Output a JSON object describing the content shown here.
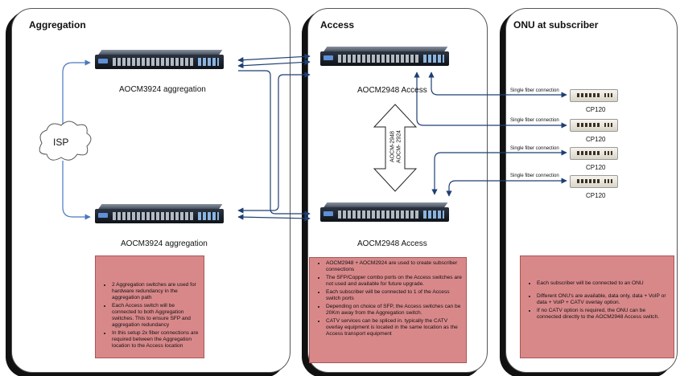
{
  "panels": {
    "aggregation": {
      "title": "Aggregation"
    },
    "access": {
      "title": "Access"
    },
    "onu": {
      "title": "ONU at subscriber"
    }
  },
  "aggregation": {
    "switch_top_label": "AOCM3924 aggregation",
    "switch_bottom_label": "AOCM3924 aggregation",
    "isp_label": "ISP",
    "notes": [
      "2 Aggregation switches are used for hardware redundancy in the aggregation path",
      "Each Access switch will be connected to both Aggregation switches. This to ensure SFP and aggregation redundancy",
      "In this setup 2x fiber connections are required between the Aggregation location to the Access location"
    ]
  },
  "access": {
    "switch_top_label": "AOCM2948 Access",
    "switch_bottom_label": "AOCM2948 Access",
    "stack_label_line1": "AOCM-2948",
    "stack_label_line2": "AOCM- 2924",
    "notes": [
      "AOCM2948 +       AOCM2924 are used to create subscriber connections",
      "The SFP/Copper combo ports on the Access switches are not used and available for future upgrade.",
      "Each subscriber will be connected to 1 of the Access switch ports",
      "Depending on choice of SFP, the Access switches can be 20Km away from the Aggregation switch.",
      "CATV services can be spliced in. typically the CATV overlay equipment is located in the same location as the Access transport equipment"
    ]
  },
  "onu": {
    "connection_label": "Single fiber connection",
    "devices": [
      {
        "label": "CP120"
      },
      {
        "label": "CP120"
      },
      {
        "label": "CP120"
      },
      {
        "label": "CP120"
      }
    ],
    "notes": [
      "Each subscriber  will be connected to an ONU",
      "Different ONU's are available, data only, data + VoIP or data + VoIP + CATV overlay option.",
      "If no CATV option is required, the ONU can be connected directly to the AOCM2948 Access switch."
    ]
  },
  "colors": {
    "note_fill": "#d9888a",
    "link_line": "#1e3f73",
    "cloud_line": "#4a78c0"
  }
}
